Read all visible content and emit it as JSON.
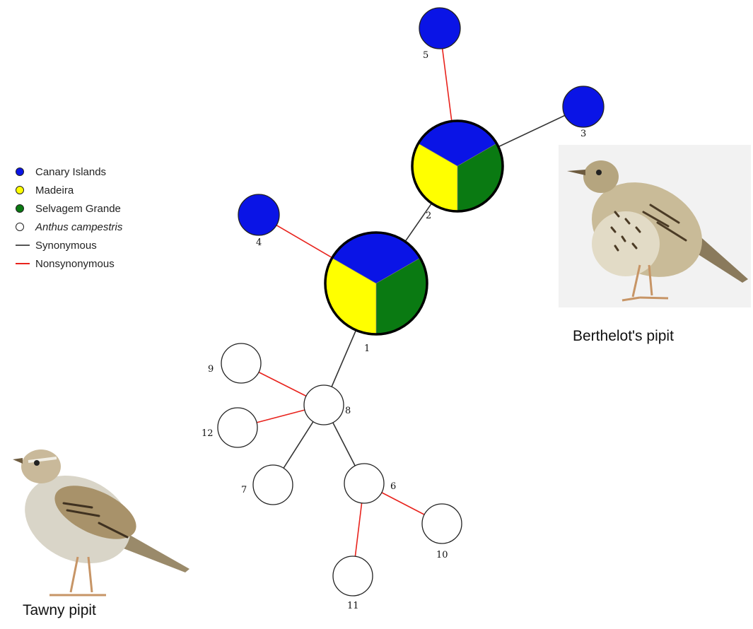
{
  "colors": {
    "canary": "#0a14e6",
    "madeira": "#ffff00",
    "selvagem": "#0a7a12",
    "campestris": "#ffffff",
    "synonymous": "#333333",
    "nonsynonymous": "#e8231d"
  },
  "legend": {
    "items": [
      {
        "label": "Canary Islands",
        "kind": "dot",
        "color": "#0a14e6",
        "italic": false
      },
      {
        "label": "Madeira",
        "kind": "dot",
        "color": "#ffff00",
        "italic": false
      },
      {
        "label": "Selvagem Grande",
        "kind": "dot",
        "color": "#0a7a12",
        "italic": false
      },
      {
        "label": "Anthus campestris",
        "kind": "dot",
        "color": "#ffffff",
        "italic": true
      },
      {
        "label": "Synonymous",
        "kind": "line",
        "color": "#555555",
        "italic": false
      },
      {
        "label": "Nonsynonymous",
        "kind": "line",
        "color": "#e8231d",
        "italic": false
      }
    ]
  },
  "captions": {
    "berthelot": "Berthelot's pipit",
    "tawny": "Tawny pipit"
  },
  "nodes": [
    {
      "id": "1",
      "label": "1",
      "type": "pie"
    },
    {
      "id": "2",
      "label": "2",
      "type": "pie"
    },
    {
      "id": "3",
      "label": "3",
      "type": "canary"
    },
    {
      "id": "4",
      "label": "4",
      "type": "canary"
    },
    {
      "id": "5",
      "label": "5",
      "type": "canary"
    },
    {
      "id": "6",
      "label": "6",
      "type": "campestris"
    },
    {
      "id": "7",
      "label": "7",
      "type": "campestris"
    },
    {
      "id": "8",
      "label": "8",
      "type": "campestris"
    },
    {
      "id": "9",
      "label": "9",
      "type": "campestris"
    },
    {
      "id": "10",
      "label": "10",
      "type": "campestris"
    },
    {
      "id": "11",
      "label": "11",
      "type": "campestris"
    },
    {
      "id": "12",
      "label": "12",
      "type": "campestris"
    }
  ],
  "edges": [
    {
      "from": "1",
      "to": "2",
      "kind": "synonymous"
    },
    {
      "from": "2",
      "to": "3",
      "kind": "synonymous"
    },
    {
      "from": "2",
      "to": "5",
      "kind": "nonsynonymous"
    },
    {
      "from": "1",
      "to": "4",
      "kind": "nonsynonymous"
    },
    {
      "from": "1",
      "to": "8",
      "kind": "synonymous"
    },
    {
      "from": "8",
      "to": "9",
      "kind": "nonsynonymous"
    },
    {
      "from": "8",
      "to": "12",
      "kind": "nonsynonymous"
    },
    {
      "from": "8",
      "to": "7",
      "kind": "synonymous"
    },
    {
      "from": "8",
      "to": "6",
      "kind": "synonymous"
    },
    {
      "from": "6",
      "to": "10",
      "kind": "nonsynonymous"
    },
    {
      "from": "6",
      "to": "11",
      "kind": "nonsynonymous"
    }
  ]
}
